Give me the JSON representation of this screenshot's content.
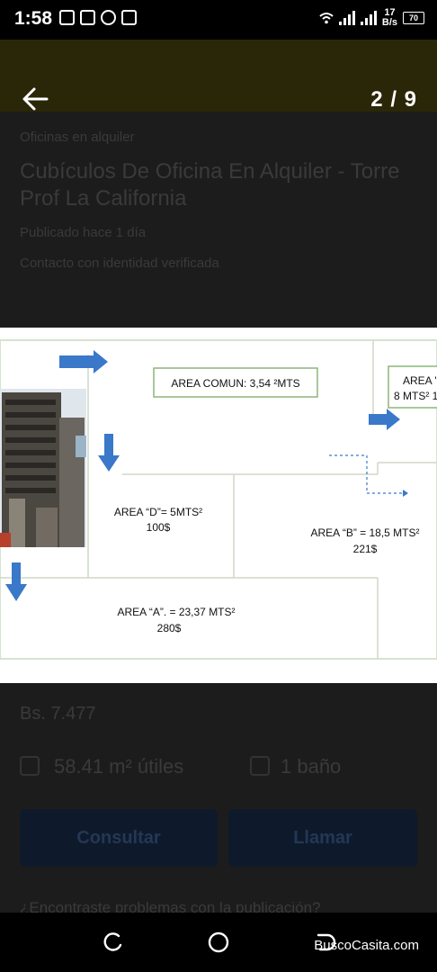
{
  "status": {
    "time": "1:58",
    "speed_value": "17",
    "speed_unit": "B/s",
    "battery": "70",
    "icons": [
      "message-icon",
      "instagram-icon",
      "timer-icon",
      "calendar-icon"
    ]
  },
  "background_page": {
    "breadcrumb": "Oficinas en alquiler",
    "title": "Cubículos De Oficina En Alquiler - Torre Prof La California",
    "meta": "Publicado hace 1 día",
    "verified": "Contacto con identidad verificada",
    "price": "Bs. 7.477",
    "area": "58.41 m² útiles",
    "baths": "1 baño",
    "consult_label": "Consultar",
    "call_label": "Llamar",
    "report": "¿Encontraste problemas con la publicación?"
  },
  "viewer": {
    "counter": "2 / 9"
  },
  "floorplan": {
    "area_comun": "AREA COMUN: 3,54 ²MTS",
    "area_c_line1": "AREA \"",
    "area_c_line2": "8 MTS² 1",
    "area_d_line1": "AREA “D”= 5MTS²",
    "area_d_line2": "100$",
    "area_b_line1": "AREA “B” = 18,5 MTS²",
    "area_b_line2": "221$",
    "area_a_line1": "AREA “A”. = 23,37 MTS²",
    "area_a_line2": "280$",
    "arrow_color": "#3a78c9"
  },
  "watermark": "BuscoCasita.com"
}
